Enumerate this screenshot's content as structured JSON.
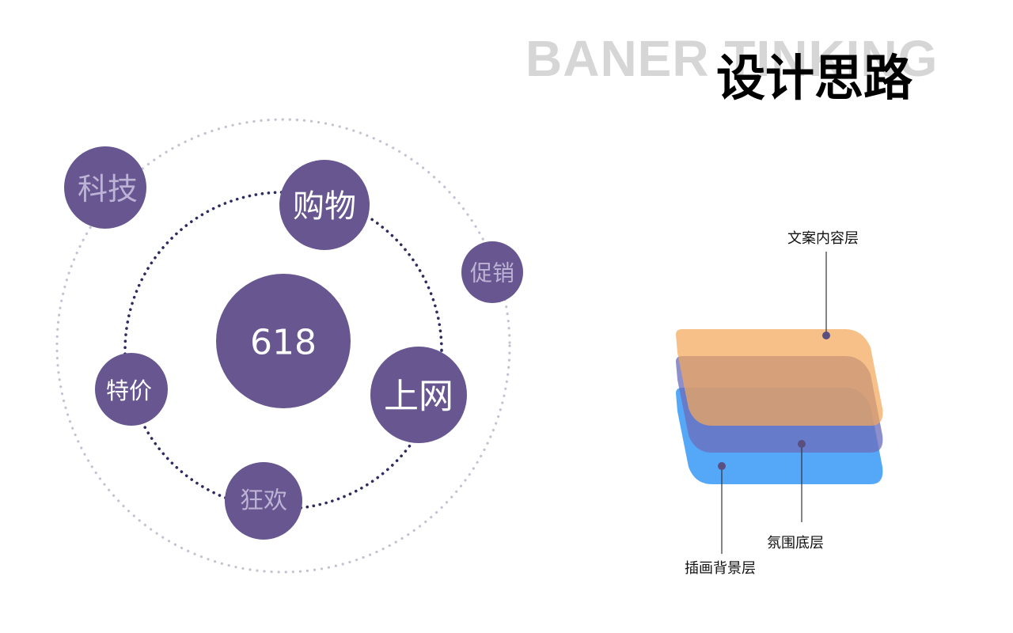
{
  "title": {
    "background_text": "BANER TINKING",
    "main_text": "设计思路"
  },
  "topic_diagram": {
    "center": "618",
    "inner_ring": [
      "购物",
      "上网",
      "狂欢",
      "特价"
    ],
    "outer_ring": [
      "科技",
      "促销"
    ],
    "colors": {
      "node_fill": "#67568f",
      "inner_ring_dots": "#2e2c5e",
      "outer_ring_dots": "#c4c2d2",
      "bright_label": "#ffffff",
      "dim_label": "#bcb3d6"
    }
  },
  "layer_diagram": {
    "layers": [
      {
        "label": "文案内容层",
        "color": "#f3a85a"
      },
      {
        "label": "氛围底层",
        "color": "#6b6fbe"
      },
      {
        "label": "插画背景层",
        "color": "#3d9cf7"
      }
    ]
  }
}
